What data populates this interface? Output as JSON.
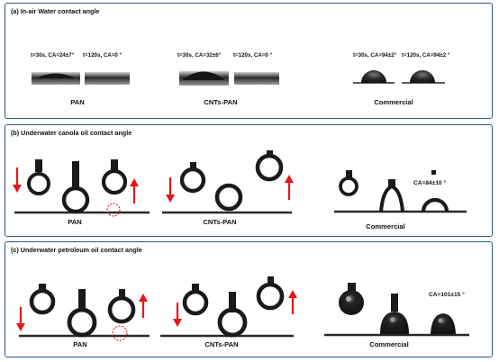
{
  "panels": {
    "a": {
      "title": "(a) In-air Water contact angle",
      "annotations": {
        "pan_t30": "t=30s, CA=24±7°",
        "pan_t120": "t=120s, CA=0 °",
        "cnt_t30": "t=30s, CA=32±6°",
        "cnt_t120": "t=120s, CA=0 °",
        "com_t30": "t=30s, CA=94±2°",
        "com_t120": "t=120s, CA=94±2 °"
      },
      "labels": {
        "pan": "PAN",
        "cnt": "CNTs-PAN",
        "com": "Commercial"
      }
    },
    "b": {
      "title": "(b) Underwater canola oil contact angle",
      "annotations": {
        "com_ca": "CA=84±10 °"
      },
      "labels": {
        "pan": "PAN",
        "cnt": "CNTs-PAN",
        "com": "Commercial"
      }
    },
    "c": {
      "title": "(c) Underwater petroleum oil contact angle",
      "annotations": {
        "com_ca": "CA=101±15 °"
      },
      "labels": {
        "pan": "PAN",
        "cnt": "CNTs-PAN",
        "com": "Commercial"
      }
    }
  },
  "colors": {
    "border": "#2f5a8a",
    "arrow": "#e8141b",
    "droplet": "#1c1c1c",
    "surface": "#2a2a2a"
  },
  "icons": {
    "down": "down-arrow-icon",
    "up": "up-arrow-icon",
    "circle": "dashed-circle-marker"
  }
}
